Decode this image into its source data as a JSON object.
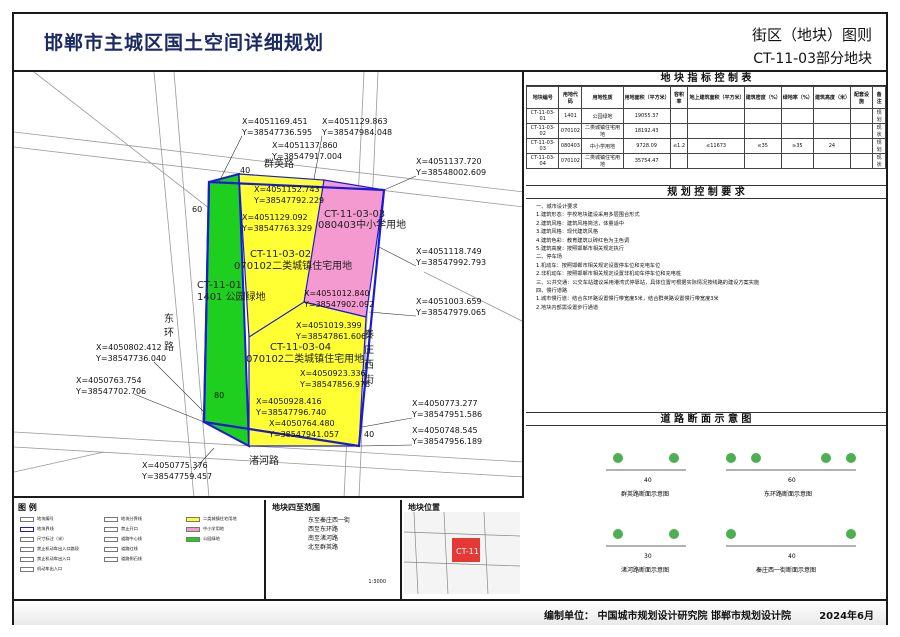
{
  "header": {
    "title": "邯郸市主城区国土空间详细规划",
    "map_type": "街区（地块）图则",
    "block_code": "CT-11-03部分地块"
  },
  "map": {
    "roads": {
      "north": "群英路",
      "east_vertical_a": "东",
      "east_vertical_b": "环",
      "east_vertical_c": "路",
      "east_street_1": "秦",
      "east_street_2": "庄",
      "east_street_3": "西",
      "east_street_4": "街",
      "south": "渚河路"
    },
    "parcels": [
      {
        "code": "CT-11-01",
        "use": "1401 公园绿地"
      },
      {
        "code": "CT-11-03-02",
        "use": "070102二类城镇住宅用地"
      },
      {
        "code": "CT-11-03-03",
        "use": "080403中小学用地"
      },
      {
        "code": "CT-11-03-04",
        "use": "070102二类城镇住宅用地"
      }
    ],
    "coords": [
      {
        "x": "X=4051169.451",
        "y": "Y=38547736.595"
      },
      {
        "x": "X=4051129.863",
        "y": "Y=38547984.048"
      },
      {
        "x": "X=4051137.860",
        "y": "Y=38547917.004"
      },
      {
        "x": "X=4051137.720",
        "y": "Y=38548002.609"
      },
      {
        "x": "X=4051152.743",
        "y": "Y=38547792.229"
      },
      {
        "x": "X=4051129.092",
        "y": "Y=38547763.329"
      },
      {
        "x": "X=4051118.749",
        "y": "Y=38547992.793"
      },
      {
        "x": "X=4051012.840",
        "y": "Y=38547902.092"
      },
      {
        "x": "X=4051003.659",
        "y": "Y=38547979.065"
      },
      {
        "x": "X=4051019.399",
        "y": "Y=38547861.606"
      },
      {
        "x": "X=4050802.412",
        "y": "Y=38547736.040"
      },
      {
        "x": "X=4050923.336",
        "y": "Y=38547856.978"
      },
      {
        "x": "X=4050763.754",
        "y": "Y=38547702.706"
      },
      {
        "x": "X=4050928.416",
        "y": "Y=38547796.740"
      },
      {
        "x": "X=4050773.277",
        "y": "Y=38547951.586"
      },
      {
        "x": "X=4050764.480",
        "y": "Y=38547941.057"
      },
      {
        "x": "X=4050748.545",
        "y": "Y=38547956.189"
      },
      {
        "x": "X=4050775.376",
        "y": "Y=38547759.457"
      }
    ],
    "widths": [
      "40",
      "60",
      "80",
      "40"
    ],
    "colors": {
      "green": "#1fcf1f",
      "yellow": "#ffff33",
      "pink": "#f49ad0",
      "road": "#d9d9d9",
      "block_line": "#1b1bd6"
    }
  },
  "index_table": {
    "title": "地 块 指 标 控 制 表",
    "headers": [
      "地块编号",
      "用地代码",
      "用地性质",
      "用地面积（平方米）",
      "容积率",
      "地上建筑面积（平方米）",
      "建筑密度（%）",
      "绿地率（%）",
      "建筑高度（米）",
      "配套设施",
      "备注"
    ],
    "rows": [
      [
        "CT-11-03-01",
        "1401",
        "公园绿地",
        "19055.37",
        "",
        "",
        "",
        "",
        "",
        "",
        "规划"
      ],
      [
        "CT-11-03-02",
        "070102",
        "二类城镇住宅用地",
        "18192.43",
        "",
        "",
        "",
        "",
        "",
        "",
        "现状"
      ],
      [
        "CT-11-03-03",
        "080403",
        "中小学用地",
        "9728.09",
        "≤1.2",
        "≤11673",
        "≤35",
        "≥35",
        "24",
        "",
        "规划"
      ],
      [
        "CT-11-03-04",
        "070102",
        "二类城镇住宅用地",
        "35754.47",
        "",
        "",
        "",
        "",
        "",
        "",
        "现状"
      ]
    ]
  },
  "control": {
    "title": "规 划 控 制 要 求",
    "lines": [
      "一、城市设计要求",
      "1.建筑形态：学校地块建设采用多层围合形式",
      "2.建筑风格：建筑风格简洁，体量适中",
      "3.建筑风格：现代建筑风格",
      "4.建筑色彩：教育建筑以砖红色为主色调",
      "5.建筑高度：按照邯郸市相关规定执行",
      "二、停车场",
      "1.机动车：按照邯郸市相关规定设置停车位和充电车位",
      "2.非机动车：按照邯郸市相关规定设置非机动车停车位和充电桩",
      "三、公共交通：公交车站建议采用港湾式停靠站，具体位置可根据实际情况按线路的建设方案实施",
      "四、慢行道路",
      "1.城市慢行道：结合东环路设置慢行带宽度5米，结合群英路设置慢行带宽度3米",
      "2.地块内部需设置步行通道"
    ]
  },
  "road_section": {
    "title": "道 路 断 面 示 意 图",
    "captions": [
      "群英路断面示意图",
      "东环路断面示意图",
      "渚河路断面示意图",
      "秦庄西一街断面示意图"
    ],
    "dims": [
      "40",
      "60",
      "30",
      "40"
    ]
  },
  "legend": {
    "title": "图 例",
    "items": [
      "地块编号",
      "地块分界线",
      "二类城镇住宅用地",
      "地块界线",
      "禁止开口",
      "中小学用地",
      "尺寸标注（米）",
      "道路中心线",
      "公园绿地",
      "禁止机动车出入口路段",
      "道路红线",
      "禁止机动车出入口",
      "道路侧石线",
      "机动车出入口"
    ]
  },
  "fanwei": {
    "title": "地块四至范围",
    "lines": [
      "东至秦庄西一街",
      "西至东环路",
      "南至渚河路",
      "北至群英路"
    ],
    "scale": "1:3000"
  },
  "weizhi": {
    "title": "地块位置",
    "code": "CT-11"
  },
  "footer": {
    "unit": "编制单位：  中国城市规划设计研究院  邯郸市规划设计院",
    "date": "2024年6月"
  }
}
